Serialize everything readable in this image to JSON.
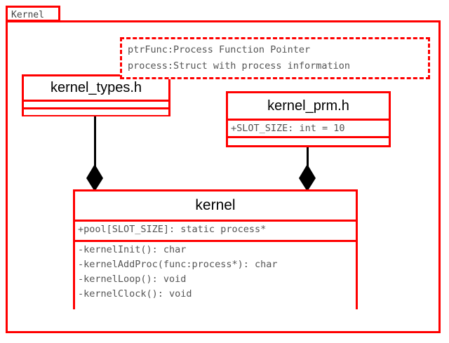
{
  "package": {
    "tab_label": "Kernel"
  },
  "note": {
    "lines": [
      "ptrFunc:Process Function Pointer",
      "process:Struct with process information"
    ]
  },
  "classes": {
    "kernel_types": {
      "title": "kernel_types.h",
      "attributes": [],
      "methods": []
    },
    "kernel_prm": {
      "title": "kernel_prm.h",
      "attributes": [
        "+SLOT_SIZE: int = 10"
      ],
      "methods": []
    },
    "kernel": {
      "title": "kernel",
      "attributes": [
        "+pool[SLOT_SIZE]: static process*"
      ],
      "methods": [
        "-kernelInit(): char",
        "-kernelAddProc(func:process*): char",
        "-kernelLoop(): void",
        "-kernelClock(): void"
      ]
    }
  },
  "relationships": [
    {
      "name": "composition-kernel-types-to-kernel",
      "type": "composition",
      "from": "kernel_types.h",
      "to": "kernel"
    },
    {
      "name": "composition-kernel-prm-to-kernel",
      "type": "composition",
      "from": "kernel_prm.h",
      "to": "kernel"
    }
  ],
  "colors": {
    "border": "#ff0000",
    "member_text": "#555555",
    "title_text": "#000000",
    "connector": "#000000",
    "background": "#ffffff"
  }
}
